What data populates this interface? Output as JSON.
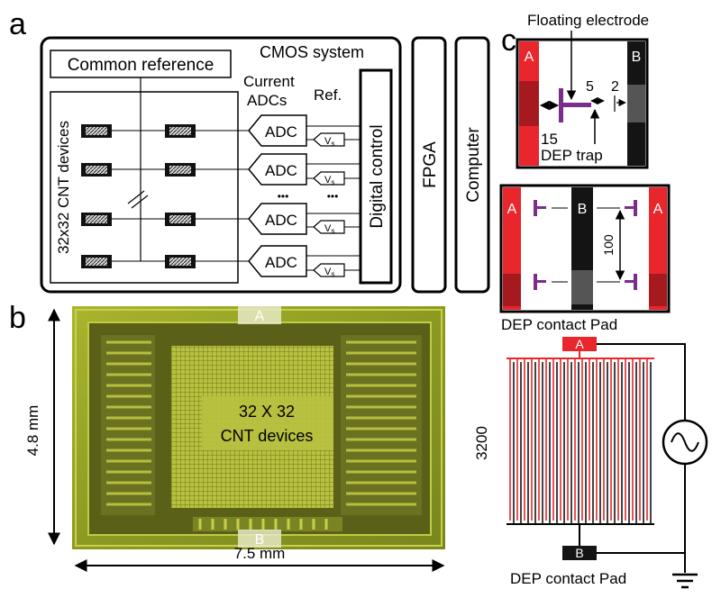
{
  "panel_a": {
    "label": "a",
    "cmos_title": "CMOS system",
    "common_reference": "Common reference",
    "array_label": "32x32 CNT devices",
    "current_adcs_line1": "Current",
    "current_adcs_line2": "ADCs",
    "ref_label": "Ref.",
    "adc_label": "ADC",
    "vs_label": "V",
    "vs_sub": "s",
    "ellipsis": "•••",
    "digital_control": "Digital control",
    "fpga": "FPGA",
    "computer": "Computer"
  },
  "panel_b": {
    "label": "b",
    "pad_a": "A",
    "pad_b": "B",
    "center_line1": "32 X 32",
    "center_line2": "CNT devices",
    "height_dim": "4.8 mm",
    "width_dim": "7.5 mm"
  },
  "panel_c": {
    "label": "c",
    "floating_electrode": "Floating electrode",
    "pad_a": "A",
    "pad_b": "B",
    "dim_5": "5",
    "dim_2": "2",
    "dim_15": "15",
    "dep_trap": "DEP trap",
    "dim_100": "100",
    "dep_contact_pad": "DEP contact Pad",
    "dim_3200": "3200",
    "dep_contact_pad_bottom": "DEP contact Pad"
  },
  "colors": {
    "electrode_red": "#e8262c",
    "electrode_dark": "#141414",
    "trap_purple": "#7b2d8e",
    "chip_green": "#9aa82a",
    "chip_dark": "#55591a"
  }
}
